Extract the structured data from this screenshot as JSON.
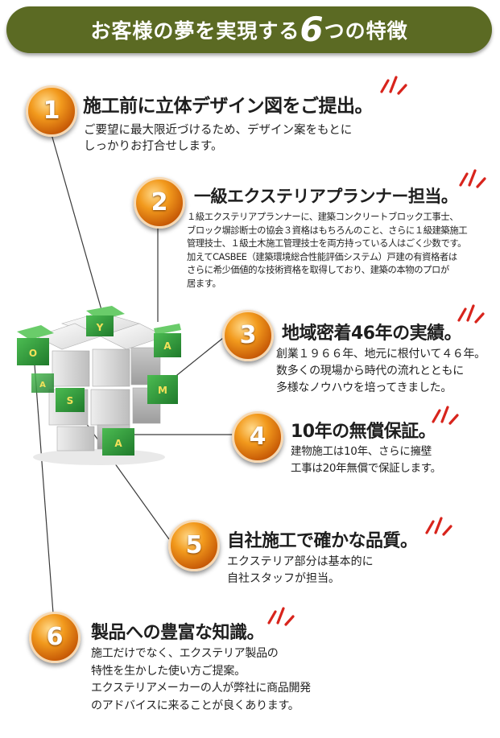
{
  "header": {
    "title_pre": "お客様の夢を実現する",
    "title_number": "6",
    "title_post": "つの特徴"
  },
  "colors": {
    "banner": "#5b6a23",
    "badge_orange": "#f29a1d",
    "spark_red": "#d8241c",
    "cube_green": "#2e9a3a"
  },
  "cube": {
    "letters": [
      "Y",
      "A",
      "O",
      "S",
      "A",
      "M",
      "A"
    ]
  },
  "features": [
    {
      "number": "1",
      "title": "施工前に立体デザイン図をご提出。",
      "lines": [
        "ご要望に最大限近づけるため、デザイン案をもとに",
        "しっかりお打合せします。"
      ]
    },
    {
      "number": "2",
      "title": "一級エクステリアプランナー担当。",
      "lines": [
        "１級エクステリアプランナーに、建築コンクリートブロック工事士、",
        "ブロック塀診断士の協会３資格はもちろんのこと、さらに１級建築施工",
        "管理技士、１級土木施工管理技士を両方持っている人はごく少数です。",
        "加えてCASBEE（建築環境総合性能評価システム）戸建の有資格者は",
        "さらに希少価値的な技術資格を取得しており、建築の本物のプロが",
        "居ます。"
      ]
    },
    {
      "number": "3",
      "title": "地域密着46年の実績。",
      "lines": [
        "創業１９６６年、地元に根付いて４６年。",
        "数多くの現場から時代の流れとともに",
        "多様なノウハウを培ってきました。"
      ]
    },
    {
      "number": "4",
      "title": "10年の無償保証。",
      "lines": [
        "建物施工は10年、さらに擁壁",
        "工事は20年無償で保証します。"
      ]
    },
    {
      "number": "5",
      "title": "自社施工で確かな品質。",
      "lines": [
        "エクステリア部分は基本的に",
        "自社スタッフが担当。"
      ]
    },
    {
      "number": "6",
      "title": "製品への豊富な知識。",
      "lines": [
        "施工だけでなく、エクステリア製品の",
        "特性を生かした使い方ご提案。",
        "エクステリアメーカーの人が弊社に商品開発",
        "のアドバイスに来ることが良くあります。"
      ]
    }
  ]
}
